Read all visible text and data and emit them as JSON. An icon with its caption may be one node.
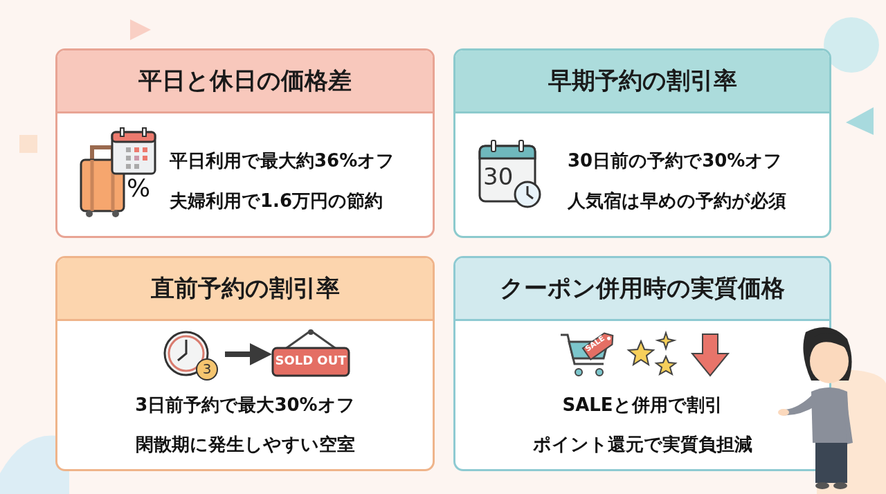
{
  "diagram": {
    "nodes": [
      {
        "text": [
          "平日と休日の価格差",
          "平日利用で最大約36%オフ",
          "夫婦利用で1.6万円の節約"
        ]
      },
      {
        "text": [
          "早期予約の割引率",
          "30日前の予約で30%オフ",
          "人気宿は早めの予約が必須"
        ]
      },
      {
        "text": [
          "直前予約の割引率",
          "3日前予約で最大30%オフ",
          "閑散期に発生しやすい空室"
        ]
      },
      {
        "text": [
          "3"
        ],
        "in": 2
      },
      {
        "text": [
          "SOLD OUT"
        ],
        "in": 2
      },
      {
        "text": [
          "クーポン併用時の実質価格",
          "SALEと併用で割引",
          "ポイント還元で実質負担減"
        ]
      }
    ],
    "edges": [
      {
        "from": 3,
        "to": 4,
        "arrow": "to"
      }
    ],
    "labels": [
      "%",
      "30",
      "SALE"
    ]
  }
}
